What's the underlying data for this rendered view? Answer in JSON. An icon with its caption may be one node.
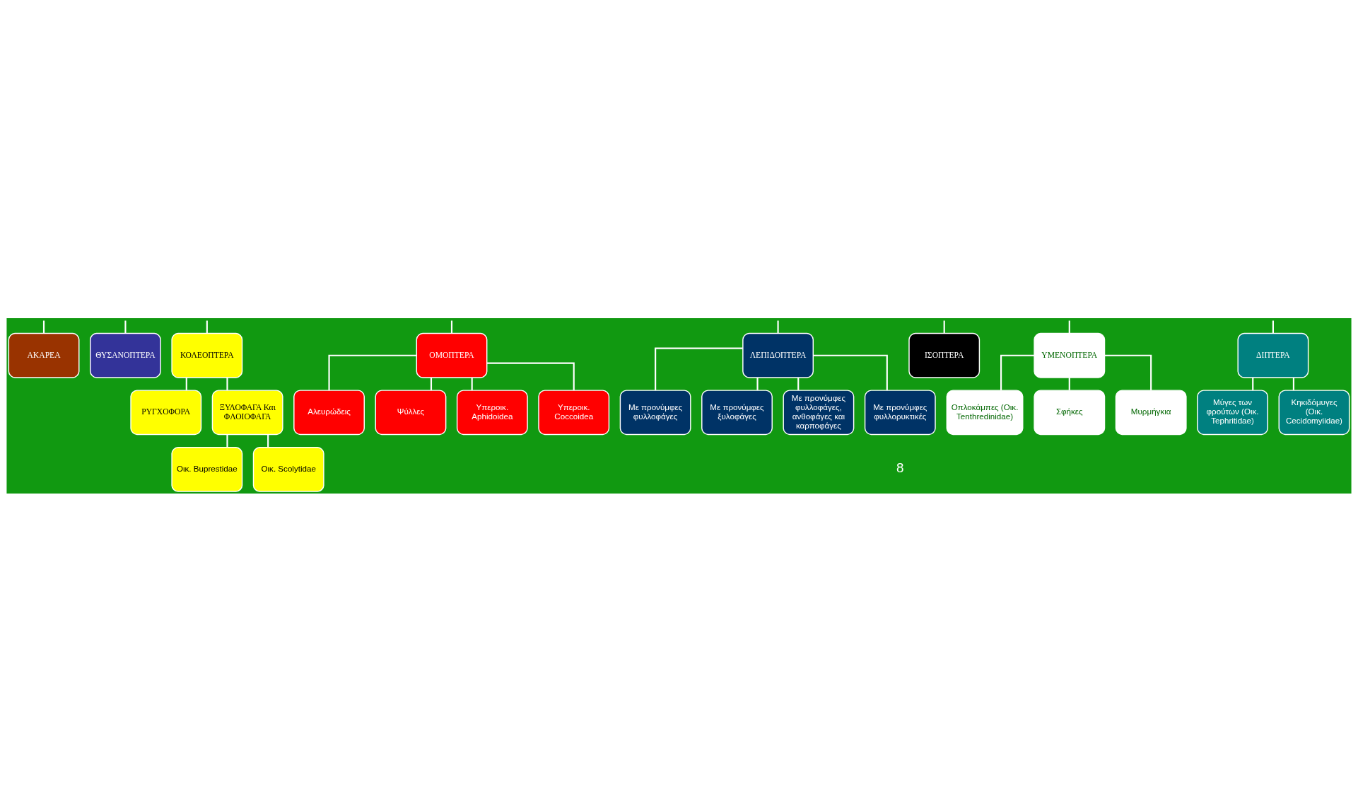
{
  "diagram": {
    "nodes": [
      {
        "text": [
          "ΑΚΑΡΕΑ"
        ]
      },
      {
        "text": [
          "ΘΥΣΑΝΟΠΤΕΡΑ"
        ]
      },
      {
        "text": [
          "ΚΟΛΕΟΠΤΕΡΑ"
        ]
      },
      {
        "text": [
          "ΟΜΟΠΤΕΡΑ"
        ]
      },
      {
        "text": [
          "ΛΕΠΙΔΟΠΤΕΡΑ"
        ]
      },
      {
        "text": [
          "ΙΣΟΠΤΕΡΑ"
        ]
      },
      {
        "text": [
          "ΥΜΕΝΟΠΤΕΡΑ"
        ]
      },
      {
        "text": [
          "ΔΙΠΤΕΡΑ"
        ]
      },
      {
        "text": [
          "ΡΥΓΧΟΦΟΡΑ"
        ]
      },
      {
        "text": [
          "Αλευρώδεις"
        ]
      },
      {
        "text": [
          "Με προνύμφες φυλλοφάγες"
        ]
      },
      {
        "text": [
          "Οπλοκάμπες (Οικ. Tenthredinidae)"
        ]
      },
      {
        "text": [
          "Μύγες των φρούτων (Οικ. Tephritidae)"
        ]
      },
      {
        "text": [
          "ΞΥΛΟΦΑΓΑ Και ΦΛΟΙΟΦΑΓΑ"
        ]
      },
      {
        "text": [
          "Ψύλλες"
        ]
      },
      {
        "text": [
          "Με προνύμφες ξυλοφάγες"
        ]
      },
      {
        "text": [
          "Σφήκες"
        ]
      },
      {
        "text": [
          "Κηκιδόμυγες (Οικ. Cecidomyiidae)"
        ]
      },
      {
        "text": [
          "Οικ. Buprestidae"
        ]
      },
      {
        "text": [
          "Υπεροικ. Aphidoidea"
        ]
      },
      {
        "text": [
          "Με προνύμφες φυλλοφάγες, ανθοφάγες και καρποφάγες"
        ]
      },
      {
        "text": [
          "Μυρμήγκια"
        ]
      },
      {
        "text": [
          "Οικ. Scolytidae"
        ]
      },
      {
        "text": [
          "Υπεροικ. Coccoidea"
        ]
      },
      {
        "text": [
          "Με προνύμφες φυλλορυκτικές"
        ]
      }
    ],
    "edges": [
      {
        "from": null,
        "to": 0,
        "arrow": "none"
      },
      {
        "from": null,
        "to": 1,
        "arrow": "none"
      },
      {
        "from": null,
        "to": 2,
        "arrow": "none"
      },
      {
        "from": null,
        "to": 3,
        "arrow": "none"
      },
      {
        "from": null,
        "to": 4,
        "arrow": "none"
      },
      {
        "from": null,
        "to": 5,
        "arrow": "none"
      },
      {
        "from": null,
        "to": 6,
        "arrow": "none"
      },
      {
        "from": null,
        "to": 7,
        "arrow": "none"
      },
      {
        "from": 2,
        "to": 8,
        "arrow": "none"
      },
      {
        "from": 2,
        "to": 13,
        "arrow": "none"
      },
      {
        "from": 13,
        "to": 18,
        "arrow": "none"
      },
      {
        "from": 13,
        "to": 22,
        "arrow": "none"
      },
      {
        "from": 3,
        "to": 9,
        "arrow": "none"
      },
      {
        "from": 3,
        "to": 14,
        "arrow": "none"
      },
      {
        "from": 3,
        "to": 19,
        "arrow": "none"
      },
      {
        "from": 3,
        "to": 23,
        "arrow": "none"
      },
      {
        "from": 4,
        "to": 10,
        "arrow": "none"
      },
      {
        "from": 4,
        "to": 15,
        "arrow": "none"
      },
      {
        "from": 4,
        "to": 20,
        "arrow": "none"
      },
      {
        "from": 4,
        "to": 24,
        "arrow": "none"
      },
      {
        "from": 6,
        "to": 11,
        "arrow": "none"
      },
      {
        "from": 6,
        "to": 16,
        "arrow": "none"
      },
      {
        "from": 6,
        "to": 21,
        "arrow": "none"
      },
      {
        "from": 7,
        "to": 12,
        "arrow": "none"
      },
      {
        "from": 7,
        "to": 17,
        "arrow": "none"
      }
    ],
    "labels": [
      "8"
    ]
  }
}
